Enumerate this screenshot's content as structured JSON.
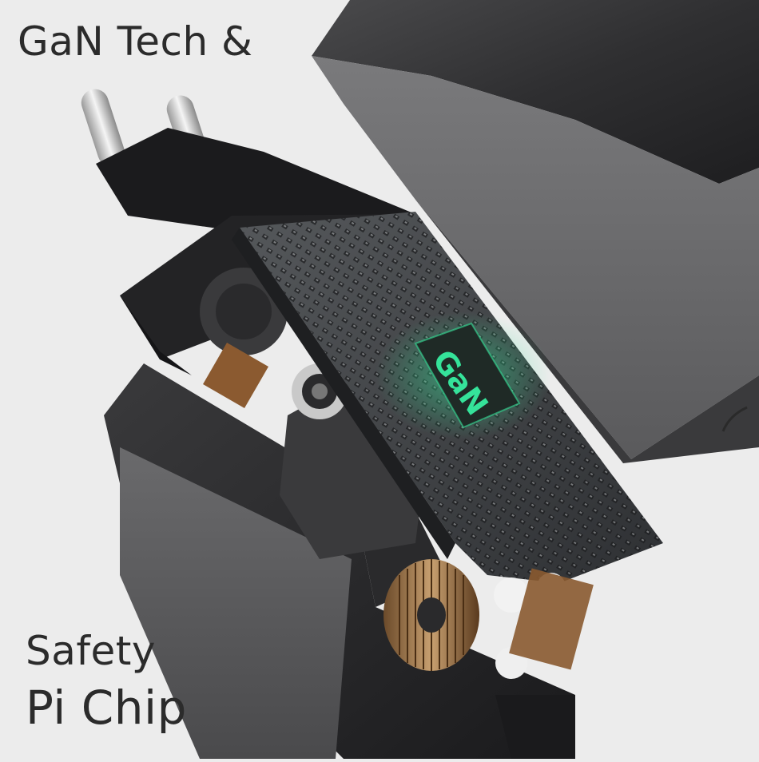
{
  "headline": {
    "top": "GaN Tech &",
    "bottom_line1": "Safety",
    "bottom_line2": "Pi Chip"
  },
  "chip_label": "GaN",
  "colors": {
    "background": "#ececec",
    "text": "#2b2b2b",
    "housing_dark": "#2a2a2a",
    "housing_mid": "#5a5a5a",
    "pcb": "#3a3c3e",
    "chip_glow": "#35e39a"
  }
}
